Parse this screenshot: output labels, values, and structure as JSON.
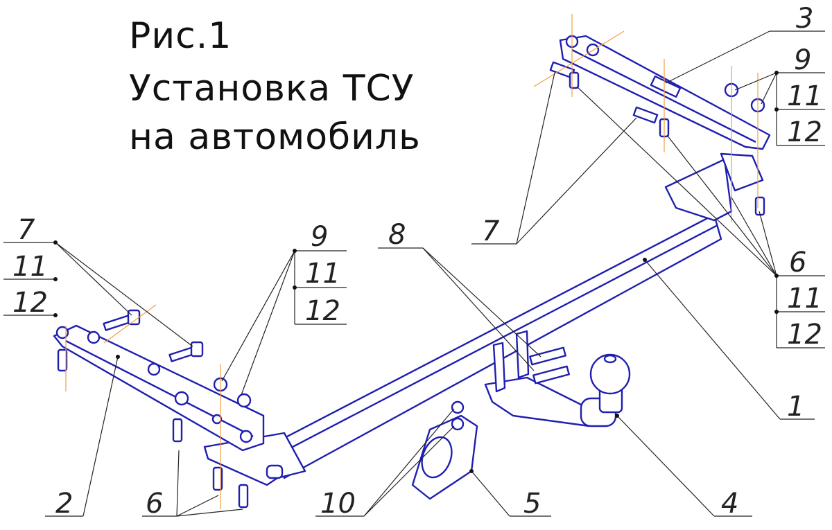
{
  "title": {
    "line1": "Рис.1",
    "line2": "Установка ТСУ",
    "line3": "на автомобиль"
  },
  "callouts": {
    "c1": "1",
    "c2": "2",
    "c3": "3",
    "c4": "4",
    "c5": "5",
    "c6_bottom": "6",
    "c6_right": "6",
    "c7_left": "7",
    "c7_right": "7",
    "c8": "8",
    "c9_left": "9",
    "c9_right": "9",
    "c10": "10",
    "c11_a": "11",
    "c12_a": "12",
    "c11_b": "11",
    "c12_b": "12",
    "c11_c": "11",
    "c12_c": "12",
    "c11_d": "11",
    "c12_d": "12"
  },
  "colors": {
    "parts": "#1f1fb0",
    "leaders": "#222222",
    "axes": "#f0a040"
  }
}
